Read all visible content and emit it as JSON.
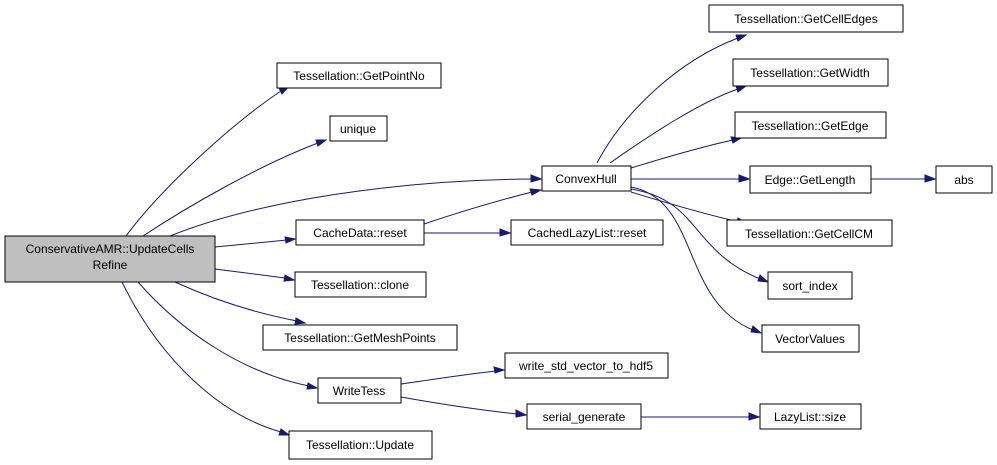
{
  "root": {
    "line1": "ConservativeAMR::UpdateCells",
    "line2": "Refine"
  },
  "nodes": {
    "get_point_no": "Tessellation::GetPointNo",
    "unique": "unique",
    "convex_hull": "ConvexHull",
    "cache_reset": "CacheData::reset",
    "cached_lazy_reset": "CachedLazyList::reset",
    "clone": "Tessellation::clone",
    "get_mesh_points": "Tessellation::GetMeshPoints",
    "write_tess": "WriteTess",
    "write_hdf5": "write_std_vector_to_hdf5",
    "serial_generate": "serial_generate",
    "lazy_size": "LazyList::size",
    "tess_update": "Tessellation::Update",
    "get_cell_edges": "Tessellation::GetCellEdges",
    "get_width": "Tessellation::GetWidth",
    "get_edge": "Tessellation::GetEdge",
    "edge_length": "Edge::GetLength",
    "abs": "abs",
    "get_cell_cm": "Tessellation::GetCellCM",
    "sort_index": "sort_index",
    "vector_values": "VectorValues"
  },
  "colors": {
    "edge": "#191970",
    "root_fill": "#bfbfbf",
    "node_fill": "#ffffff",
    "border": "#000000"
  }
}
